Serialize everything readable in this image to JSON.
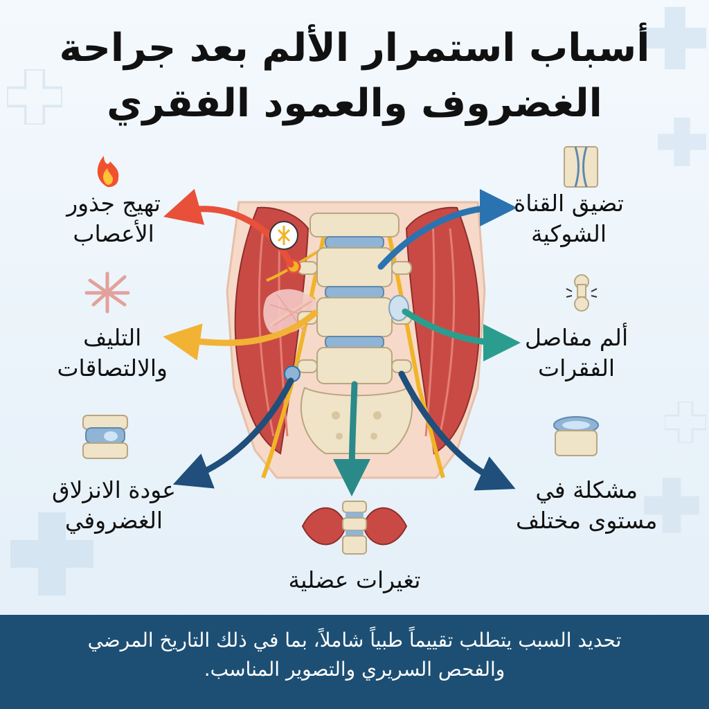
{
  "title": {
    "line1": "أسباب استمرار الألم بعد جراحة",
    "line2": "الغضروف والعمود الفقري"
  },
  "causes": {
    "nerve_root_irritation": {
      "line1": "تهيج جذور",
      "line2": "الأعصاب",
      "icon": "flame-icon",
      "arrow_color": "#e8503a"
    },
    "spinal_stenosis": {
      "line1": "تضيق القناة",
      "line2": "الشوكية",
      "icon": "narrow-canal-icon",
      "arrow_color": "#2a73b0"
    },
    "fibrosis_adhesions": {
      "line1": "التليف",
      "line2": "والالتصاقات",
      "icon": "fibrous-tissue-icon",
      "arrow_color": "#f2b233"
    },
    "facet_joint_pain": {
      "line1": "ألم مفاصل",
      "line2": "الفقرات",
      "icon": "joint-icon",
      "arrow_color": "#2a9d8f"
    },
    "recurrent_herniation": {
      "line1": "عودة الانزلاق",
      "line2": "الغضروفي",
      "icon": "herniated-disc-icon",
      "arrow_color": "#1f4f7a"
    },
    "different_level": {
      "line1": "مشكلة في",
      "line2": "مستوى مختلف",
      "icon": "disc-icon",
      "arrow_color": "#1f4f7a"
    },
    "muscle_changes": {
      "line1": "تغيرات عضلية",
      "icon": "muscle-icon",
      "arrow_color": "#2a8a8a"
    }
  },
  "footer": {
    "line1": "تحديد السبب يتطلب تقييماً طبياً شاملاً، بما في ذلك التاريخ المرضي",
    "line2": "والفحص السريري والتصوير المناسب."
  },
  "colors": {
    "footer_bg": "#1d4f74",
    "muscle": "#c94a45",
    "bone": "#efe3c8",
    "disc": "#8fb4d6",
    "nerve": "#f0b428"
  }
}
